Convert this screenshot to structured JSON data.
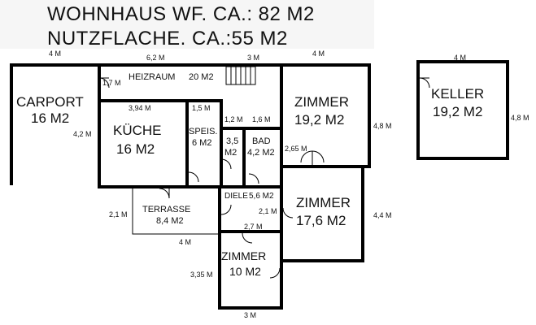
{
  "title": {
    "line1": "WOHNHAUS WF. CA.: 82 M2",
    "line2": "NUTZFLACHE. CA.:55 M2"
  },
  "rooms": {
    "carport": {
      "name": "CARPORT",
      "area": "16 M2"
    },
    "heizraum": {
      "name": "HEIZRAUM",
      "area": "20 M2"
    },
    "kueche": {
      "name": "KÜCHE",
      "area": "16 M2"
    },
    "speis": {
      "name": "SPEIS.",
      "area": "6 M2"
    },
    "small": {
      "name": "3,5",
      "area": "M2"
    },
    "bad": {
      "name": "BAD",
      "area": "4,2 M2"
    },
    "zimmer1": {
      "name": "ZIMMER",
      "area": "19,2 M2"
    },
    "zimmer2": {
      "name": "ZIMMER",
      "area": "17,6 M2"
    },
    "zimmer3": {
      "name": "ZIMMER",
      "area": "10 M2"
    },
    "terrasse": {
      "name": "TERRASSE",
      "area": "8,4 M2"
    },
    "diele": {
      "name": "DIELE",
      "area": "5,6 M2"
    },
    "keller": {
      "name": "KELLER",
      "area": "19,2 M2"
    }
  },
  "dimensions": {
    "top_carport": "4 M",
    "top_heiz": "6,2 M",
    "top_stairs": "3 M",
    "top_zimmer": "4 M",
    "keller_top": "4 M",
    "keller_side": "4,8 M",
    "carport_side": "4,2 M",
    "heiz_small": "1,7 M",
    "kueche_width": "3,94 M",
    "speis_width": "1,5 M",
    "hall_w1": "1,2 M",
    "bad_width": "1,6 M",
    "zimmer1_side": "4,8 M",
    "zimmer1_inner": "2,65 M",
    "zimmer2_side": "4,4 M",
    "diele_side": "2,1 M",
    "terrasse_side": "2,1 M",
    "terrasse_bottom": "4 M",
    "hall_bottom": "2,7 M",
    "zimmer3_side": "3,35 M",
    "zimmer3_bottom": "3 M"
  }
}
